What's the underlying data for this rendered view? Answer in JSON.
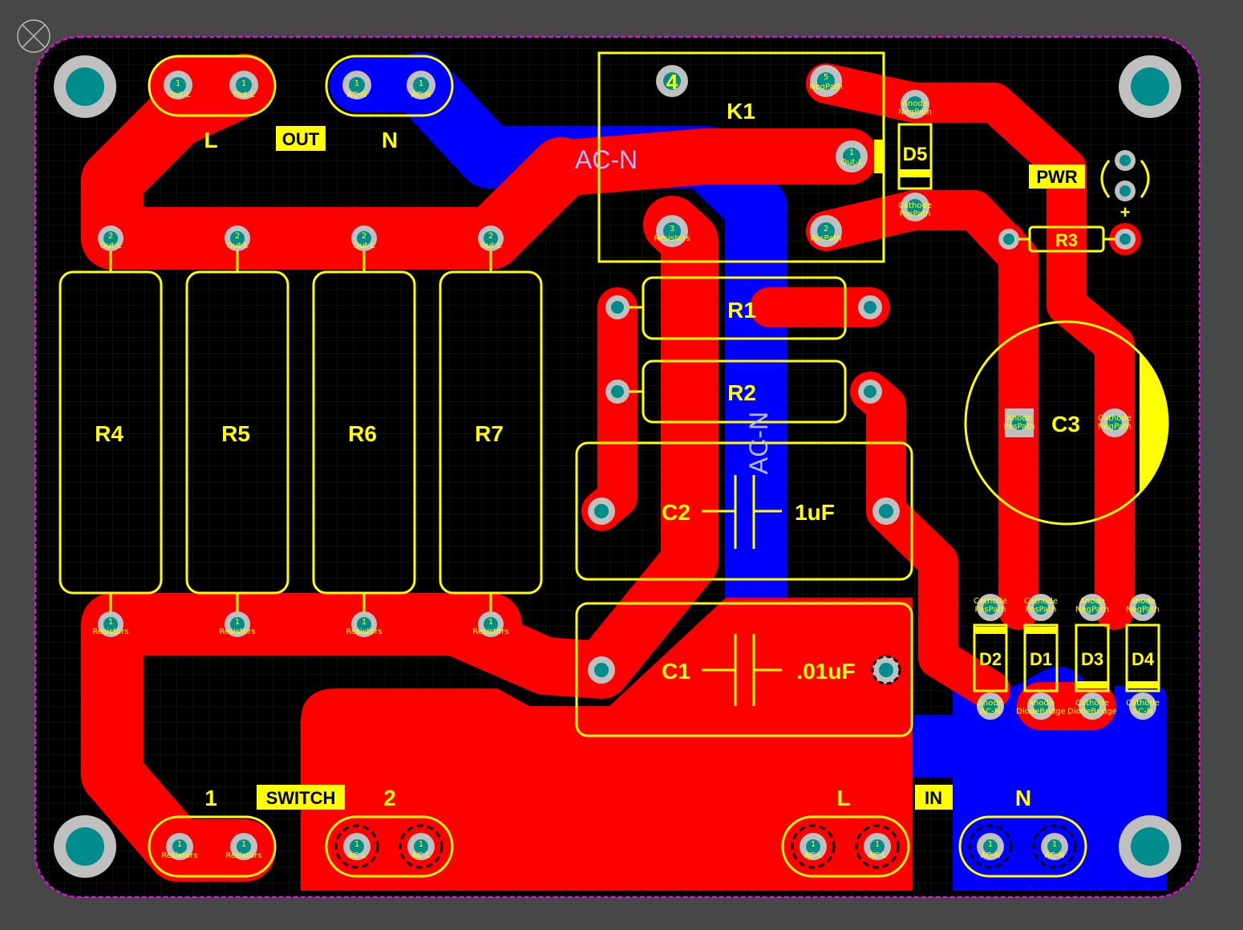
{
  "colors": {
    "canvas_bg": "#474747",
    "board_bg": "#000000",
    "top_copper": "#ff0000",
    "bottom_copper": "#0000ff",
    "silkscreen": "#ffff00",
    "board_outline": "#ff00ff",
    "pad_ring": "#c0c0c0",
    "pad_hole": "#008c8c"
  },
  "output_connector": {
    "pads": [
      {
        "num": "1",
        "net": "Out-L"
      },
      {
        "num": "1",
        "net": "Out-L"
      },
      {
        "num": "1",
        "net": "AC-N"
      },
      {
        "num": "1",
        "net": "AC-N"
      }
    ],
    "label_l": "L",
    "label_box": "OUT",
    "label_n": "N"
  },
  "relay": {
    "ref": "K1",
    "pad4": "4",
    "pad5": {
      "num": "5",
      "net": "NegPath"
    },
    "pad1": {
      "num": "1",
      "net": "Out-L"
    },
    "pad3": {
      "num": "3",
      "net": "Resistors"
    },
    "pad2": {
      "num": "2",
      "net": "PosPath"
    }
  },
  "trace_labels": {
    "acn_top": "AC-N",
    "acn_vertical": "AC-N"
  },
  "d5": {
    "ref": "D5",
    "top_pad": "Anode\nNegPath",
    "bottom_pad": "Cathode\nPosPath"
  },
  "pwr": {
    "label": "PWR",
    "plus": "+"
  },
  "r3": {
    "ref": "R3"
  },
  "resistors": [
    {
      "ref": "R4",
      "top_num": "2",
      "top_net": "Out-L",
      "bot_num": "1",
      "bot_net": "Resistors"
    },
    {
      "ref": "R5",
      "top_num": "2",
      "top_net": "Out-L",
      "bot_num": "1",
      "bot_net": "Resistors"
    },
    {
      "ref": "R6",
      "top_num": "2",
      "top_net": "Out-L",
      "bot_num": "1",
      "bot_net": "Resistors"
    },
    {
      "ref": "R7",
      "top_num": "2",
      "top_net": "Out-L",
      "bot_num": "1",
      "bot_net": "Resistors"
    }
  ],
  "r1": {
    "ref": "R1"
  },
  "r2": {
    "ref": "R2"
  },
  "c2": {
    "ref": "C2",
    "value": "1uF"
  },
  "c1": {
    "ref": "C1",
    "value": ".01uF"
  },
  "c3": {
    "ref": "C3",
    "pad_left": "Anode\nPosPath",
    "pad_right": "Cathode\nNegPath"
  },
  "bridge": [
    {
      "ref": "D2",
      "top": "Cathode\nPosPath",
      "bottom": "Anode\nAC-N"
    },
    {
      "ref": "D1",
      "top": "Cathode\nPosPath",
      "bottom": "Anode\nDiodeBridge"
    },
    {
      "ref": "D3",
      "top": "Anode\nNegPath",
      "bottom": "Cathode\nDiodeBridge"
    },
    {
      "ref": "D4",
      "top": "Anode\nNegPath",
      "bottom": "Cathode\nAC-N"
    }
  ],
  "switch_connector": {
    "label_1": "1",
    "label_box": "SWITCH",
    "label_2": "2",
    "pads": [
      {
        "num": "1",
        "net": "Resistors"
      },
      {
        "num": "1",
        "net": "Resistors"
      },
      {
        "num": "1",
        "net": "AC-L"
      },
      {
        "num": "1",
        "net": "AC-L"
      }
    ]
  },
  "input_connector": {
    "label_l": "L",
    "label_box": "IN",
    "label_n": "N",
    "pads": [
      {
        "num": "1",
        "net": "AC-L"
      },
      {
        "num": "1",
        "net": "AC-L"
      },
      {
        "num": "1",
        "net": "AC-N"
      },
      {
        "num": "1",
        "net": "AC-N"
      }
    ]
  }
}
